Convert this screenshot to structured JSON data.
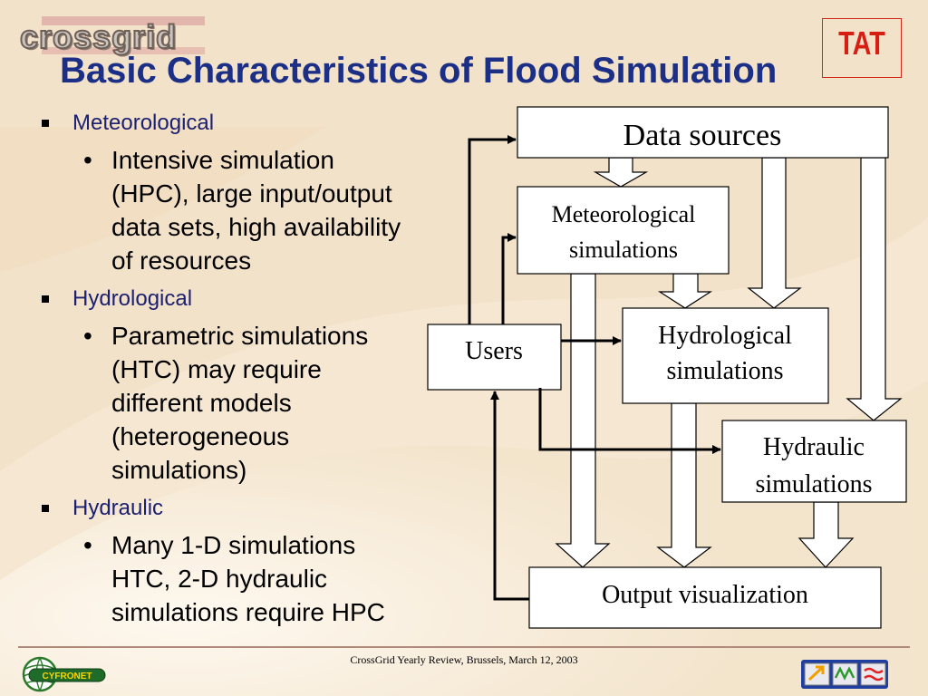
{
  "slide": {
    "title": "Basic Characteristics of Flood Simulation",
    "logo_left_text": "crossgrid",
    "logo_right_text": "TAT",
    "footer": "CrossGrid Yearly Review,  Brussels, March 12, 2003",
    "cyfronet_text": "CYFRONET"
  },
  "bullets": [
    {
      "heading": "Meteorological",
      "lines": [
        "Intensive simulation",
        "(HPC), large input/output",
        "data sets, high availability",
        "of resources"
      ]
    },
    {
      "heading": "Hydrological",
      "lines": [
        "Parametric simulations",
        "(HTC) may require",
        "different models",
        "(heterogeneous",
        "simulations)"
      ]
    },
    {
      "heading": "Hydraulic",
      "lines": [
        "Many 1-D simulations",
        "HTC, 2-D hydraulic",
        "simulations require HPC"
      ]
    }
  ],
  "diagram": {
    "data_sources": "Data sources",
    "meteo": [
      "Meteorological",
      "simulations"
    ],
    "hydro": [
      "Hydrological",
      "simulations"
    ],
    "hydraulic": [
      "Hydraulic",
      "simulations"
    ],
    "users": "Users",
    "output": "Output visualization"
  }
}
